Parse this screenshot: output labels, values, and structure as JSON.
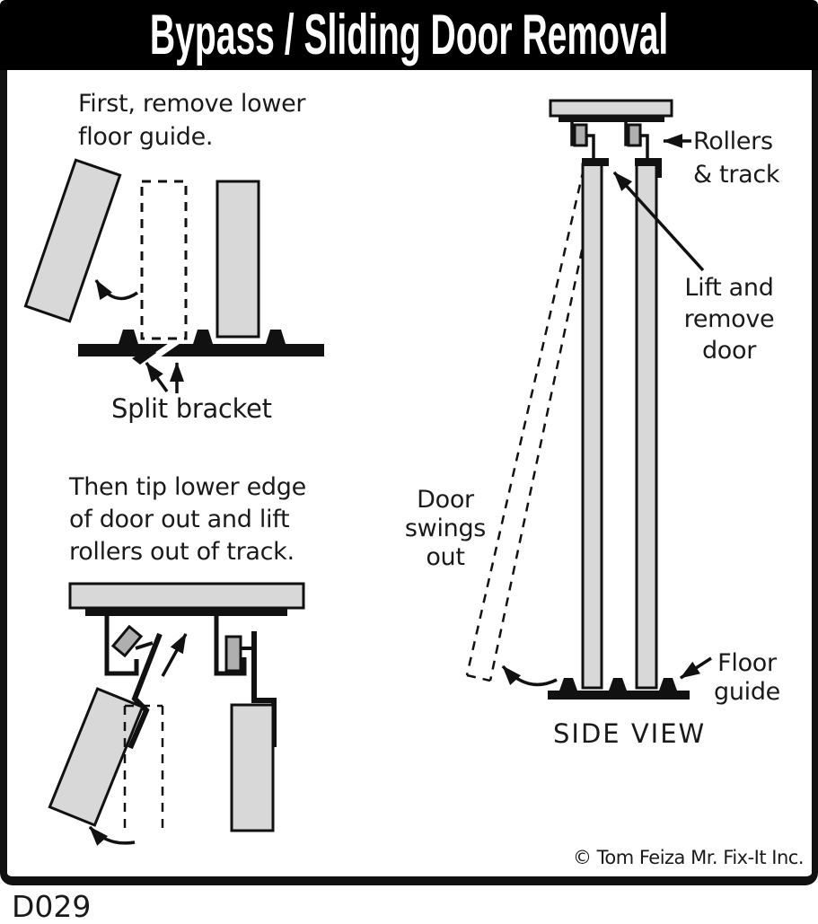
{
  "title": "Bypass / Sliding Door Removal",
  "footer": {
    "doc_id": "D029",
    "copyright": "© Tom Feiza Mr. Fix-It Inc."
  },
  "colors": {
    "ink": "#111111",
    "banner_bg": "#000000",
    "banner_text": "#ffffff",
    "door_fill": "#d8d8d8",
    "roller_fill": "#afafaf",
    "label_text": "#1a1a1a"
  },
  "step1": {
    "caption": "First, remove lower\nfloor guide.",
    "split_bracket_label": "Split bracket"
  },
  "step2": {
    "caption": "Then tip lower edge\nof door out and lift\nrollers out of track."
  },
  "side_view": {
    "caption": "SIDE VIEW",
    "rollers_track_label": "Rollers\n& track",
    "lift_label": "Lift and\nremove\ndoor",
    "door_swings_label": "Door\nswings\nout",
    "floor_guide_label": "Floor\nguide"
  }
}
